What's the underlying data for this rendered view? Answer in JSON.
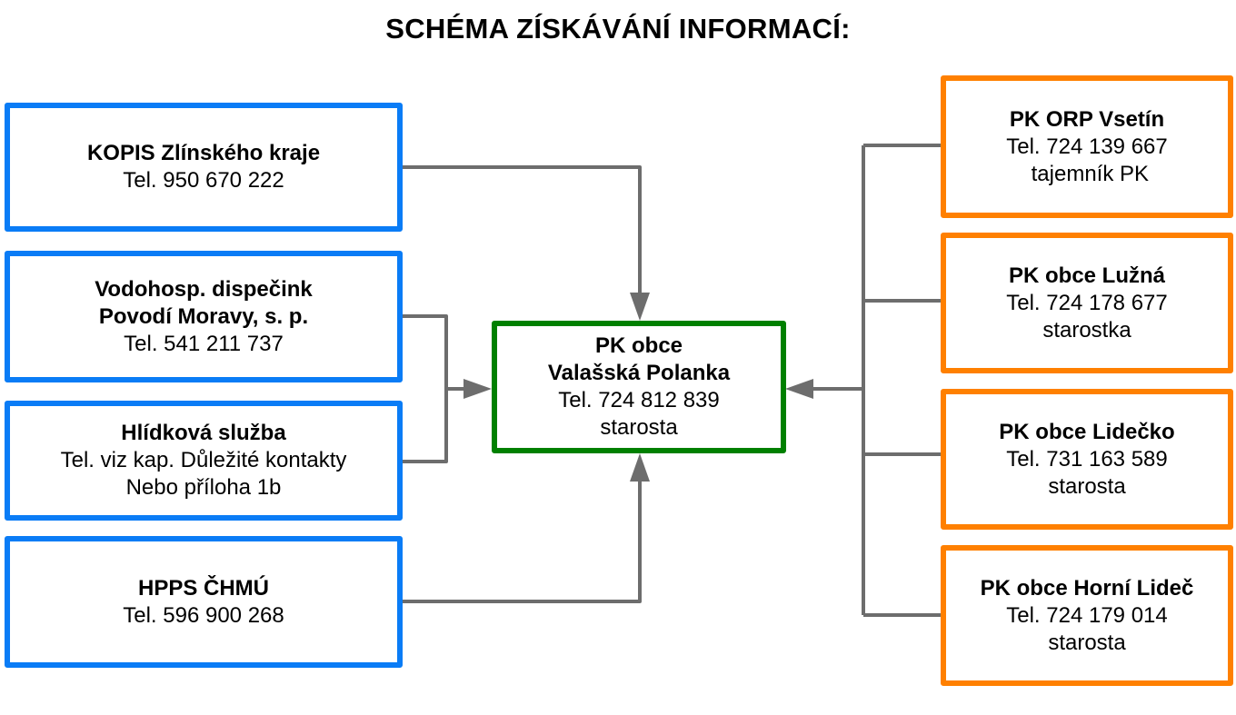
{
  "title": "SCHÉMA ZÍSKÁVÁNÍ INFORMACÍ:",
  "colors": {
    "source_border": "#0a7cf6",
    "center_border": "#008000",
    "neighbor_border": "#ff8000",
    "connector": "#6d6d6d"
  },
  "sources": [
    {
      "name_lines": [
        "KOPIS Zlínského kraje"
      ],
      "lines": [
        "Tel. 950 670 222"
      ]
    },
    {
      "name_lines": [
        "Vodohosp. dispečink",
        "Povodí Moravy, s. p."
      ],
      "lines": [
        "Tel. 541 211 737"
      ]
    },
    {
      "name_lines": [
        "Hlídková služba"
      ],
      "lines": [
        "Tel. viz kap. Důležité kontakty",
        "Nebo příloha 1b"
      ]
    },
    {
      "name_lines": [
        "HPPS ČHMÚ"
      ],
      "lines": [
        "Tel. 596 900 268"
      ]
    }
  ],
  "center": {
    "name_lines": [
      "PK obce",
      "Valašská Polanka"
    ],
    "lines": [
      "Tel. 724 812 839",
      "starosta"
    ]
  },
  "neighbors": [
    {
      "name_lines": [
        "PK ORP Vsetín"
      ],
      "lines": [
        "Tel. 724 139 667",
        " tajemník PK"
      ]
    },
    {
      "name_lines": [
        "PK obce Lužná"
      ],
      "lines": [
        "Tel. 724 178 677",
        "starostka"
      ]
    },
    {
      "name_lines": [
        "PK obce Lidečko"
      ],
      "lines": [
        "Tel. 731 163 589",
        "starosta"
      ]
    },
    {
      "name_lines": [
        "PK obce Horní Lideč"
      ],
      "lines": [
        "Tel. 724 179 014",
        "starosta"
      ]
    }
  ]
}
